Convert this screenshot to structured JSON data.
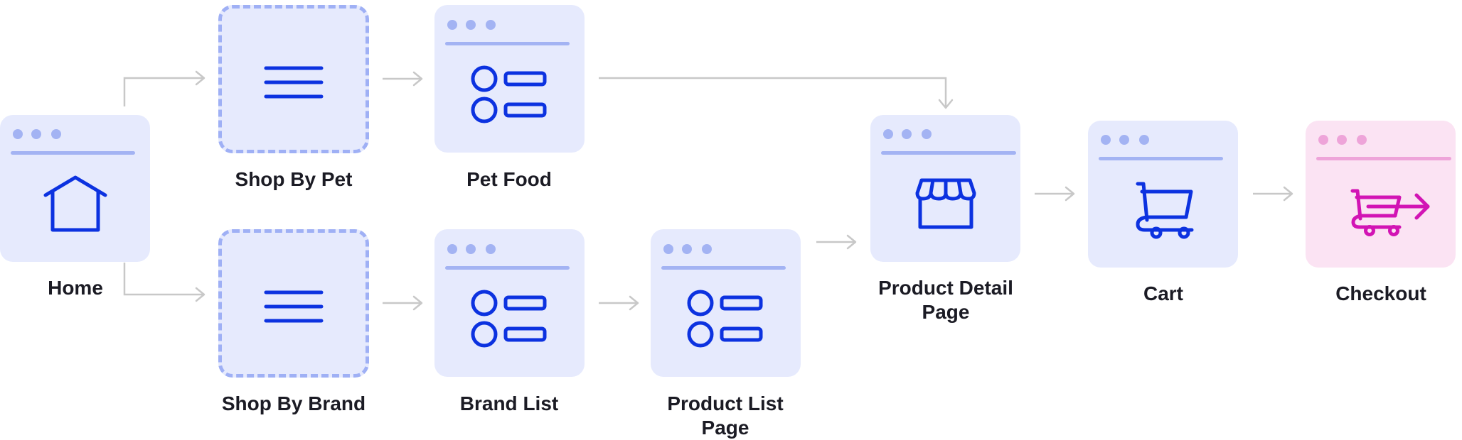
{
  "colors": {
    "card_fill": "#e6eafd",
    "card_fill_checkout": "#fbe3f3",
    "dashed_border": "#9fb0f5",
    "icon_blue": "#0c32e0",
    "icon_magenta": "#d214b4",
    "chrome_blue": "#a3b3f3",
    "chrome_pink": "#eea4d9",
    "arrow_gray": "#c8c8c8",
    "label_text": "#1b1b24"
  },
  "nodes": {
    "home": {
      "label": "Home",
      "icon": "home-icon"
    },
    "shop_by_pet": {
      "label": "Shop By Pet",
      "icon": "menu-icon"
    },
    "pet_food": {
      "label": "Pet Food",
      "icon": "list-icon"
    },
    "shop_by_brand": {
      "label": "Shop By Brand",
      "icon": "menu-icon"
    },
    "brand_list": {
      "label": "Brand List",
      "icon": "list-icon"
    },
    "product_list_page": {
      "label": "Product List Page",
      "icon": "list-icon"
    },
    "product_detail_page": {
      "label": "Product Detail Page",
      "icon": "storefront-icon"
    },
    "cart": {
      "label": "Cart",
      "icon": "shopping-cart-icon"
    },
    "checkout": {
      "label": "Checkout",
      "icon": "cart-checkout-icon"
    }
  },
  "edges": [
    {
      "from": "home",
      "to": "shop_by_pet"
    },
    {
      "from": "home",
      "to": "shop_by_brand"
    },
    {
      "from": "shop_by_pet",
      "to": "pet_food"
    },
    {
      "from": "pet_food",
      "to": "product_detail_page"
    },
    {
      "from": "shop_by_brand",
      "to": "brand_list"
    },
    {
      "from": "brand_list",
      "to": "product_list_page"
    },
    {
      "from": "product_list_page",
      "to": "product_detail_page"
    },
    {
      "from": "product_detail_page",
      "to": "cart"
    },
    {
      "from": "cart",
      "to": "checkout"
    }
  ]
}
